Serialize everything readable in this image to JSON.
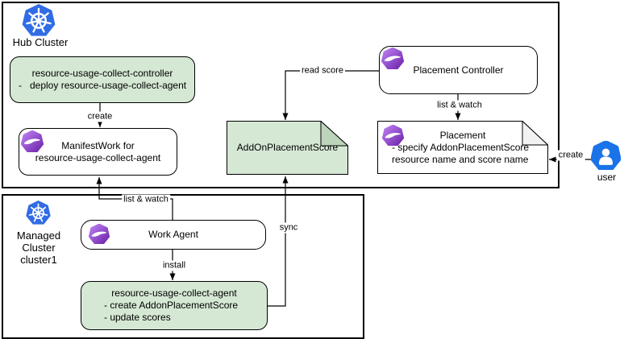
{
  "colors": {
    "stroke": "#000000",
    "green_fill": "#d5e8d4",
    "green_fold": "#bcd4ba",
    "gray_fold": "#f2f2f2",
    "kubernetes_blue": "#326ce5",
    "user_blue": "#1a73e8",
    "ocm_purple_light": "#c084f5",
    "ocm_purple_dark": "#6b21a8"
  },
  "clusters": {
    "hub": {
      "label": "Hub Cluster"
    },
    "managed": {
      "label": "Managed Cluster",
      "sublabel": "cluster1"
    }
  },
  "nodes": {
    "controller": {
      "title": "resource-usage-collect-controller",
      "bullet1": "-   deploy resource-usage-collect-agent"
    },
    "manifestwork": {
      "line1": "ManifestWork for",
      "line2": "resource-usage-collect-agent"
    },
    "addon_placement_score": {
      "label": "AddOnPlacementScore"
    },
    "placement_controller": {
      "label": "Placement Controller"
    },
    "placement": {
      "title": "Placement",
      "bullet1": "- specify AddonPlacementScore",
      "bullet2": "resource name and score name"
    },
    "work_agent": {
      "label": "Work Agent"
    },
    "agent": {
      "title": "resource-usage-collect-agent",
      "bullet1": "- create AddonPlacementScore",
      "bullet2": "- update scores"
    },
    "user": {
      "label": "user"
    }
  },
  "edges": {
    "controller_create": {
      "label": "create"
    },
    "workagent_list_watch": {
      "label": "list & watch"
    },
    "workagent_install": {
      "label": "install"
    },
    "agent_sync": {
      "label": "sync"
    },
    "read_score": {
      "label": "read score"
    },
    "placement_list_watch": {
      "label": "list & watch"
    },
    "user_create": {
      "label": "create"
    }
  }
}
